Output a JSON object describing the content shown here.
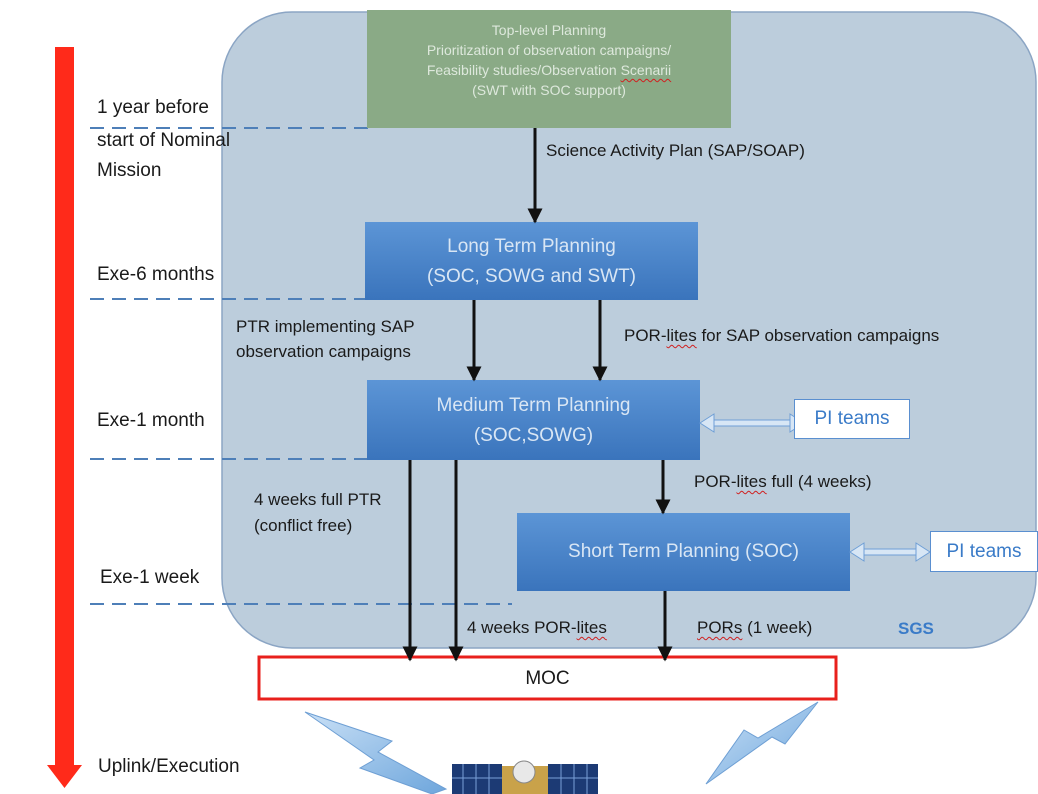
{
  "timeline": {
    "milestones": [
      "1 year before",
      "start of Nominal",
      "Mission",
      "Exe-6 months",
      "Exe-1 month",
      "Exe-1 week",
      "Uplink/Execution"
    ],
    "color": "#ff2a1a"
  },
  "sgs": {
    "label": "SGS",
    "fill": "#bccddc",
    "border": "#8ba5c4"
  },
  "top_level": {
    "lines": [
      "Top-level Planning",
      "Prioritization of observation campaigns/",
      "Feasibility studies/Observation ",
      "Scenarii",
      "(SWT with SOC support)"
    ],
    "fill": "#8aaa86"
  },
  "long_term": {
    "line1": "Long Term Planning",
    "line2": "(SOC, SOWG and SWT)"
  },
  "medium_term": {
    "line1": "Medium Term Planning",
    "line2": "(SOC,SOWG)"
  },
  "short_term": {
    "label": "Short Term Planning (SOC)"
  },
  "pi_teams_1": "PI teams",
  "pi_teams_2": "PI teams",
  "moc": "MOC",
  "flows": {
    "sap": "Science Activity Plan (SAP/SOAP)",
    "ptr_line1": "PTR implementing SAP",
    "ptr_line2": "observation campaigns",
    "por_lites_sap_a": "POR-",
    "por_lites_sap_b": "lites",
    "por_lites_sap_c": " for SAP observation campaigns",
    "full_ptr_line1": "4 weeks full PTR",
    "full_ptr_line2": "(conflict free)",
    "por_full_a": "POR-",
    "por_full_b": "lites",
    "por_full_c": " full (4 weeks)",
    "weeks_por_a": "4 weeks POR-",
    "weeks_por_b": "lites",
    "pors_a": "PORs",
    "pors_b": " (1 week)"
  }
}
